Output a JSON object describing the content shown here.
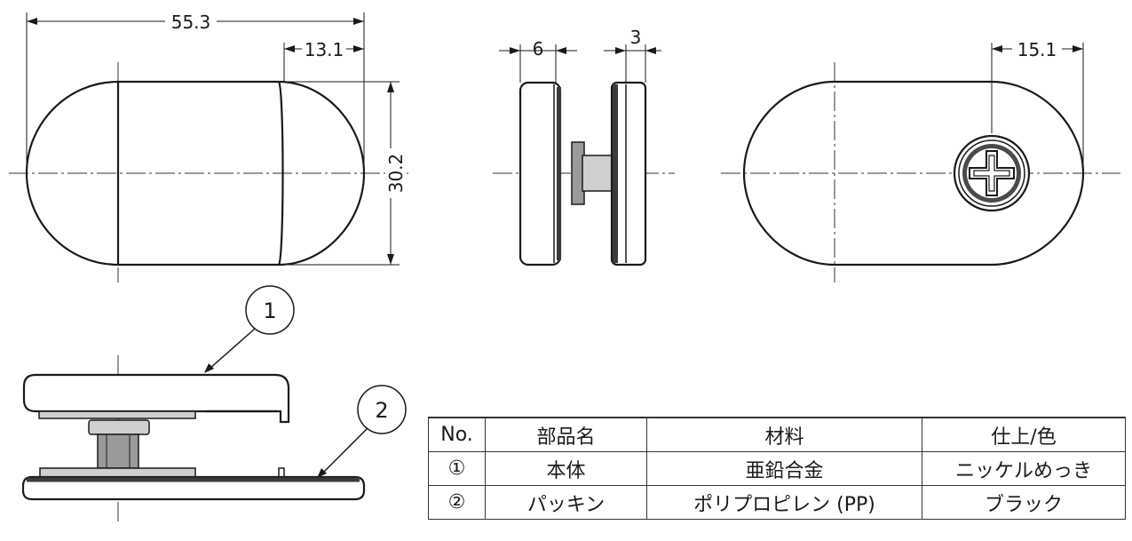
{
  "dimensions": {
    "overall_width": "55.3",
    "knob_offset": "13.1",
    "height": "30.2",
    "base_thickness": "6",
    "pad_thickness": "3",
    "screw_offset": "15.1"
  },
  "balloons": [
    "1",
    "2"
  ],
  "table": {
    "headers": [
      "No.",
      "部品名",
      "材料",
      "仕上/色"
    ],
    "rows": [
      {
        "no": "①",
        "name": "本体",
        "material": "亜鉛合金",
        "finish": "ニッケルめっき"
      },
      {
        "no": "②",
        "name": "パッキン",
        "material": "ポリプロピレン (PP)",
        "finish": "ブラック"
      }
    ]
  }
}
